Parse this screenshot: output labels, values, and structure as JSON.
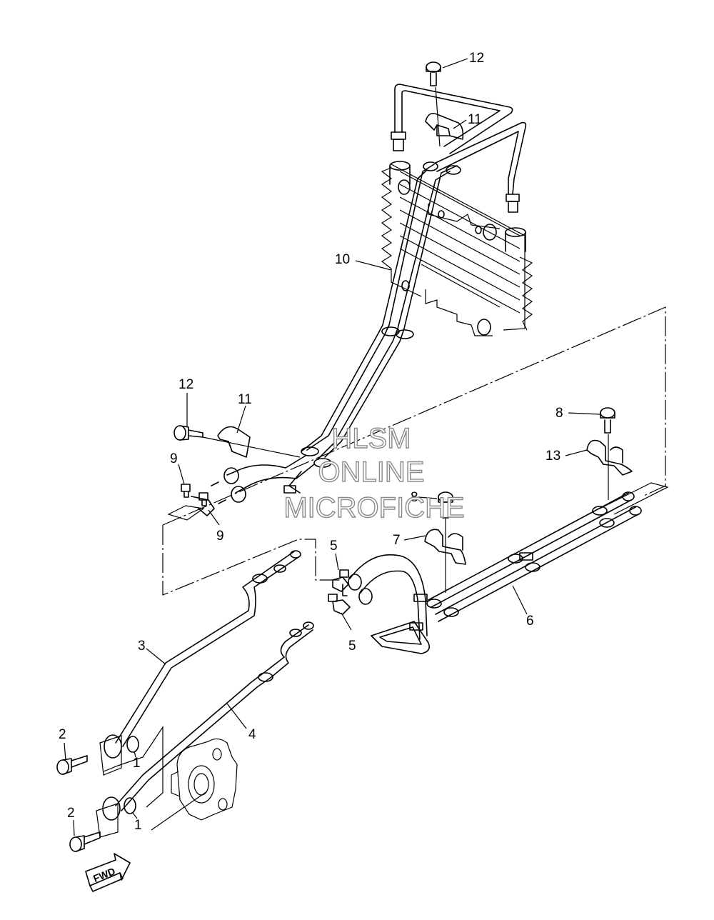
{
  "watermark": {
    "line1": "HLSM",
    "line2": "ONLINE",
    "line3": "MICROFICHE"
  },
  "fwd_label": "FWD",
  "callouts": [
    {
      "id": "c1a",
      "label": "1"
    },
    {
      "id": "c1b",
      "label": "1"
    },
    {
      "id": "c2a",
      "label": "2"
    },
    {
      "id": "c2b",
      "label": "2"
    },
    {
      "id": "c3",
      "label": "3"
    },
    {
      "id": "c4",
      "label": "4"
    },
    {
      "id": "c5a",
      "label": "5"
    },
    {
      "id": "c5b",
      "label": "5"
    },
    {
      "id": "c6",
      "label": "6"
    },
    {
      "id": "c7",
      "label": "7"
    },
    {
      "id": "c8a",
      "label": "8"
    },
    {
      "id": "c8b",
      "label": "8"
    },
    {
      "id": "c9a",
      "label": "9"
    },
    {
      "id": "c9b",
      "label": "9"
    },
    {
      "id": "c10",
      "label": "10"
    },
    {
      "id": "c11a",
      "label": "11"
    },
    {
      "id": "c11b",
      "label": "11"
    },
    {
      "id": "c12a",
      "label": "12"
    },
    {
      "id": "c12b",
      "label": "12"
    },
    {
      "id": "c13",
      "label": "13"
    }
  ]
}
